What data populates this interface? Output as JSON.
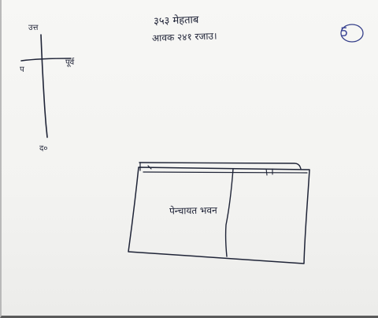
{
  "header": {
    "line1": "३५३ मेहताब",
    "line2": "आवक २४१ रजाउ।",
    "page_mark": "5"
  },
  "compass": {
    "north": "उत्त",
    "east": "पूर्व",
    "west": "प",
    "south": "द०"
  },
  "plan": {
    "room_label": "पेन्चायत भवन"
  }
}
